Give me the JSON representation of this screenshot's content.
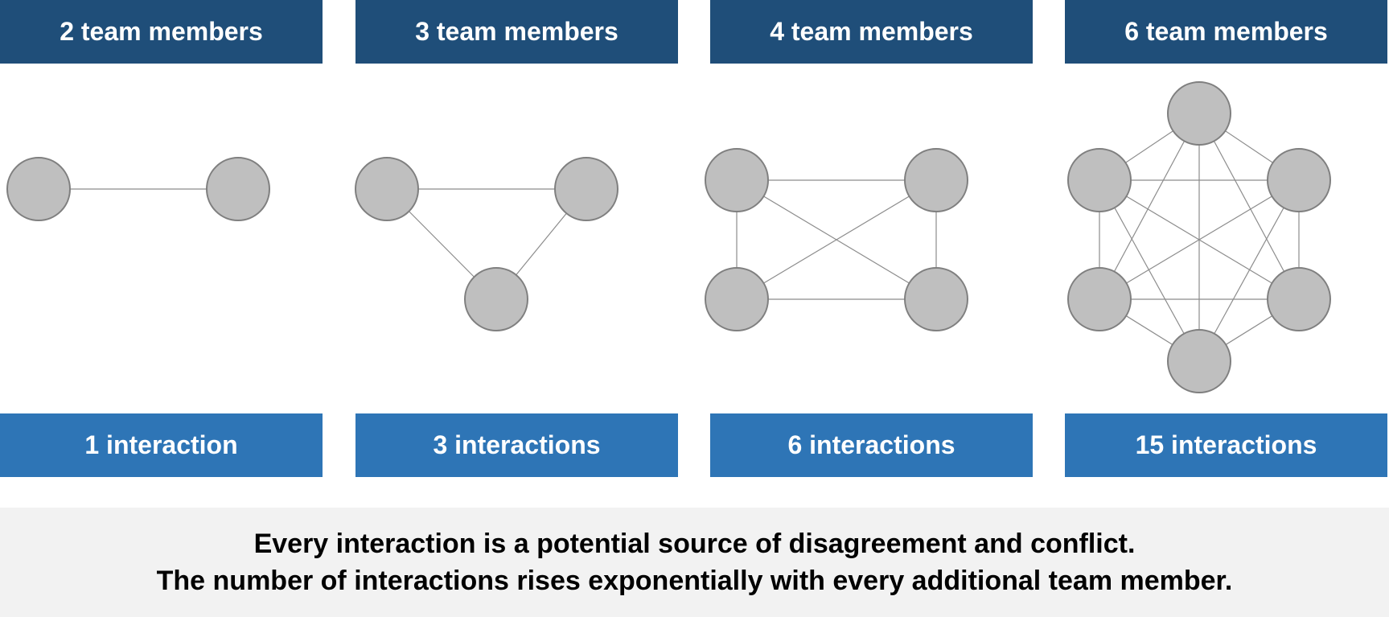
{
  "colors": {
    "header_bg": "#1f4e79",
    "footer_bg": "#2e75b6",
    "node_fill": "#bfbfbf",
    "node_stroke": "#7f7f7f",
    "edge": "#8c8c8c",
    "caption_bg": "#f2f2f2"
  },
  "panels": [
    {
      "header": "2 team members",
      "footer": "1 interaction",
      "members": 2,
      "interactions": 1
    },
    {
      "header": "3 team members",
      "footer": "3 interactions",
      "members": 3,
      "interactions": 3
    },
    {
      "header": "4 team members",
      "footer": "6 interactions",
      "members": 4,
      "interactions": 6
    },
    {
      "header": "6 team members",
      "footer": "15 interactions",
      "members": 6,
      "interactions": 15
    }
  ],
  "caption": {
    "line1": "Every interaction is a potential source of disagreement and conflict.",
    "line2": "The number of interactions rises exponentially with every additional team member."
  }
}
